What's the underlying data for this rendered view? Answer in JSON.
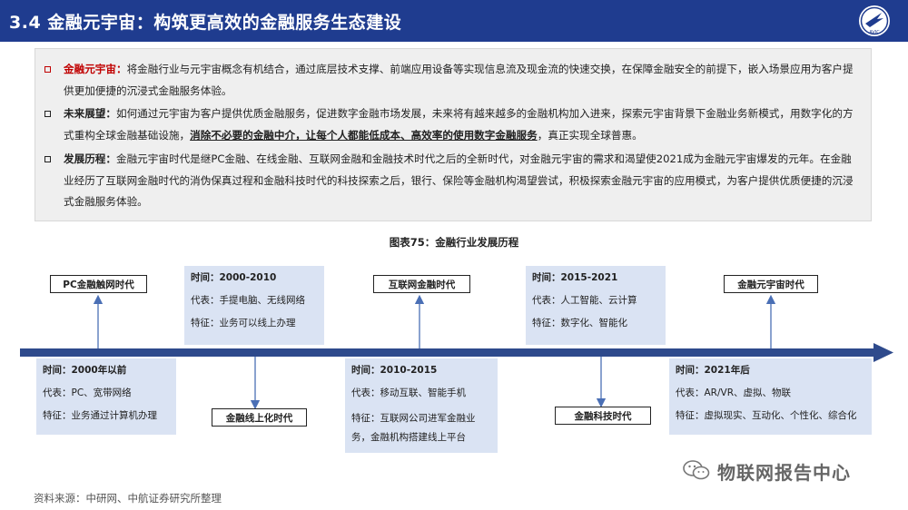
{
  "header": {
    "title": "3.4 金融元宇宙：构筑更高效的金融服务生态建设",
    "logo_text": "AVIC"
  },
  "summary": {
    "b1_lead": "金融元宇宙：",
    "b1_text": "将金融行业与元宇宙概念有机结合，通过底层技术支撑、前端应用设备等实现信息流及现金流的快速交换，在保障金融安全的前提下，嵌入场景应用为客户提供更加便捷的沉浸式金融服务体验。",
    "b2_lead": "未来展望：",
    "b2_text_a": "如何通过元宇宙为客户提供优质金融服务，促进数字金融市场发展，未来将有越来越多的金融机构加入进来，探索元宇宙背景下金融业务新模式，用数字化的方式重构全球金融基础设施，",
    "b2_emph": "消除不必要的金融中介，让每个人都能低成本、高效率的使用数字金融服务",
    "b2_text_b": "，真正实现全球普惠。",
    "b3_lead": "发展历程：",
    "b3_text": "金融元宇宙时代是继PC金融、在线金融、互联网金融和金融技术时代之后的全新时代，对金融元宇宙的需求和渴望使2021成为金融元宇宙爆发的元年。在金融业经历了互联网金融时代的消伪保真过程和金融科技时代的科技探索之后，银行、保险等金融机构渴望尝试，积极探索金融元宇宙的应用模式，为客户提供优质便捷的沉浸式金融服务体验。"
  },
  "figure": {
    "title": "图表75：金融行业发展历程"
  },
  "timeline": {
    "eras": {
      "pc": "PC金融触网时代",
      "online": "金融线上化时代",
      "internet": "互联网金融时代",
      "fintech": "金融科技时代",
      "metaverse": "金融元宇宙时代"
    },
    "pc": {
      "time": "时间：2000年以前",
      "rep": "代表：PC、宽带网络",
      "feat": "特征：业务通过计算机办理"
    },
    "online": {
      "time": "时间：2000-2010",
      "rep": "代表：手提电脑、无线网络",
      "feat": "特征：业务可以线上办理"
    },
    "internet": {
      "time": "时间：2010-2015",
      "rep": "代表：移动互联、智能手机",
      "feat": "特征：互联网公司进军金融业务，金融机构搭建线上平台"
    },
    "fintech": {
      "time": "时间：2015-2021",
      "rep": "代表：人工智能、云计算",
      "feat": "特征：数字化、智能化"
    },
    "metaverse": {
      "time": "时间：2021年后",
      "rep": "代表：AR/VR、虚拟、物联",
      "feat": "特征：虚拟现实、互动化、个性化、综合化"
    }
  },
  "footer": {
    "source": "资料来源：中研网、中航证券研究所整理",
    "watermark": "物联网报告中心"
  },
  "colors": {
    "header_bg": "#1f3c8f",
    "timeline_arrow": "#2e4a8c",
    "info_box_bg": "#dae3f3",
    "bullet_red": "#c00000"
  }
}
